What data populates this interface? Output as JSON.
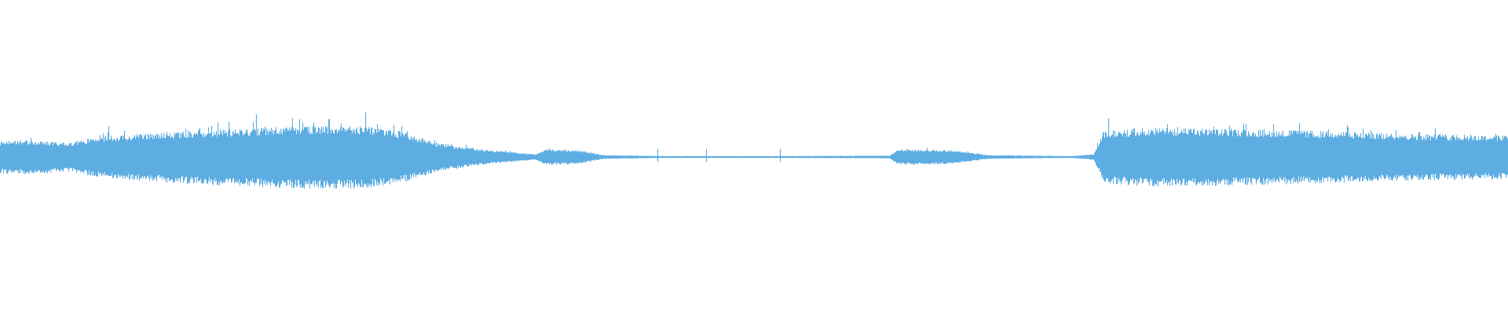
{
  "waveform": {
    "color": "#5dade2",
    "background": "#ffffff",
    "amplitude_envelope": [
      [
        0.0,
        0.34
      ],
      [
        0.02,
        0.36
      ],
      [
        0.045,
        0.3
      ],
      [
        0.06,
        0.4
      ],
      [
        0.1,
        0.52
      ],
      [
        0.15,
        0.6
      ],
      [
        0.2,
        0.66
      ],
      [
        0.24,
        0.66
      ],
      [
        0.265,
        0.55
      ],
      [
        0.29,
        0.3
      ],
      [
        0.32,
        0.16
      ],
      [
        0.355,
        0.06
      ],
      [
        0.362,
        0.17
      ],
      [
        0.385,
        0.14
      ],
      [
        0.4,
        0.04
      ],
      [
        0.44,
        0.02
      ],
      [
        0.52,
        0.02
      ],
      [
        0.59,
        0.03
      ],
      [
        0.595,
        0.16
      ],
      [
        0.63,
        0.15
      ],
      [
        0.655,
        0.04
      ],
      [
        0.71,
        0.02
      ],
      [
        0.725,
        0.06
      ],
      [
        0.732,
        0.55
      ],
      [
        0.76,
        0.62
      ],
      [
        0.85,
        0.58
      ],
      [
        0.93,
        0.5
      ],
      [
        1.0,
        0.46
      ]
    ],
    "transient_spikes": [
      0.072,
      0.17,
      0.242,
      0.436,
      0.468,
      0.517,
      0.735
    ]
  }
}
